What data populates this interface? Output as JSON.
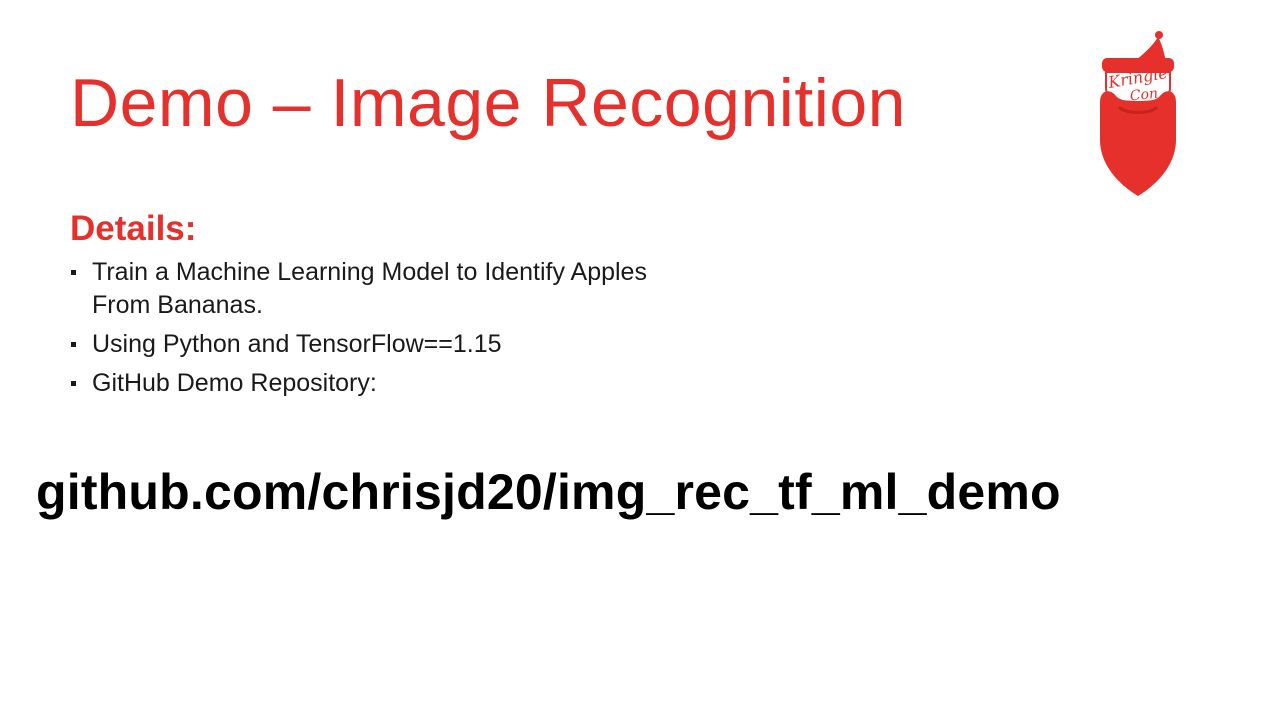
{
  "slide": {
    "title": "Demo – Image Recognition",
    "logo": {
      "text_top": "Kringle",
      "text_bottom": "Con",
      "color": "#e5302b"
    },
    "details": {
      "heading": "Details:",
      "bullets": [
        "Train a Machine Learning Model to Identify Apples From Bananas.",
        "Using Python and TensorFlow==1.15",
        "GitHub Demo Repository:"
      ]
    },
    "repo_url": "github.com/chrisjd20/img_rec_tf_ml_demo"
  },
  "colors": {
    "accent": "#e5302b",
    "text": "#1a1a1a",
    "link": "#000000",
    "background": "#ffffff"
  }
}
